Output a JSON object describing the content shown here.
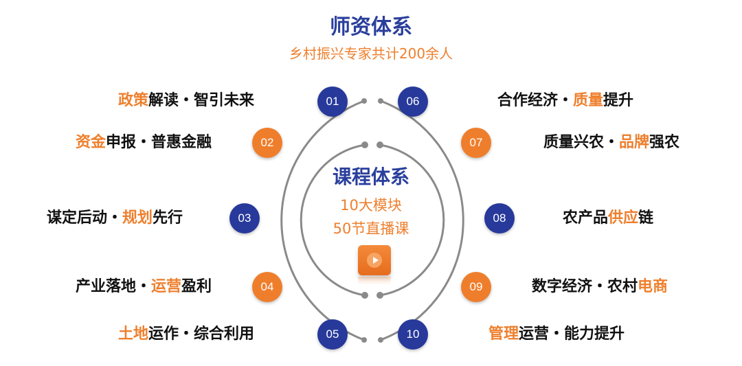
{
  "header": {
    "title": "师资体系",
    "subtitle": "乡村振兴专家共计200余人"
  },
  "center": {
    "title": "课程体系",
    "line1": "10大模块",
    "line2": "50节直播课"
  },
  "colors": {
    "blue": "#27399a",
    "orange": "#ef7e2c",
    "title_blue": "#2a3f9c",
    "highlight": "#ee7f2d"
  },
  "modules": [
    {
      "num": "01",
      "a": "政策",
      "b": "解读・智引未来",
      "c": ""
    },
    {
      "num": "02",
      "a": "资金",
      "b": "申报・普惠金融",
      "c": ""
    },
    {
      "num": "03",
      "a": "谋定后动・",
      "b": "规划",
      "c": "先行"
    },
    {
      "num": "04",
      "a": "产业落地・",
      "b": "运营",
      "c": "盈利"
    },
    {
      "num": "05",
      "a": "土地",
      "b": "运作・综合利用",
      "c": ""
    },
    {
      "num": "06",
      "a": "合作经济・",
      "b": "质量",
      "c": "提升"
    },
    {
      "num": "07",
      "a": "质量兴农・",
      "b": "品牌",
      "c": "强农"
    },
    {
      "num": "08",
      "a": "农产品",
      "b": "供应",
      "c": "链"
    },
    {
      "num": "09",
      "a": "数字经济・农村",
      "b": "电商",
      "c": ""
    },
    {
      "num": "10",
      "a": "管理",
      "b": "运营・能力提升",
      "c": ""
    }
  ]
}
